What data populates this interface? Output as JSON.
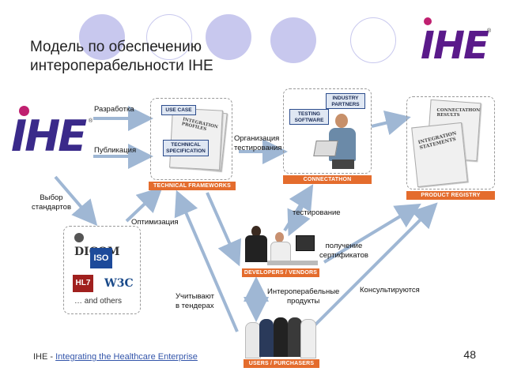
{
  "slide": {
    "title_line1": "Модель по обеспечению",
    "title_line2": "интероперабельности IHE",
    "page_number": "48",
    "footer_prefix": "IHE - ",
    "footer_link": "Integrating the Healthcare Enterprise"
  },
  "logos": {
    "ihe_top": "IHE",
    "ihe_left": "IHE",
    "dicom": "DICOM",
    "iso": "ISO",
    "hl7": "HL7",
    "w3c": "W3C",
    "and_others": "… and others"
  },
  "boxes": {
    "technical_frameworks": "TECHNICAL FRAMEWORKS",
    "connectathon": "CONNECTATHON",
    "product_registry": "PRODUCT REGISTRY",
    "developers_vendors": "DEVELOPERS / VENDORS",
    "users_purchasers": "USERS / PURCHASERS",
    "use_case": "USE CASE",
    "integration_profiles": "INTEGRATION PROFILES",
    "technical_specification": "TECHNICAL SPECIFICATION",
    "industry_partners": "INDUSTRY PARTNERS",
    "testing_software": "TESTING SOFTWARE",
    "connectathon_results": "CONNECTATHON RESULTS",
    "integration_statements": "INTEGRATION STATEMENTS"
  },
  "labels": {
    "razrabotka": "Разработка",
    "publikaciya": "Публикация",
    "organizaciya": "Организация\nтестирования",
    "vybor": "Выбор\nстандартов",
    "optimizaciya": "Оптимизация",
    "testirovanie": "тестирование",
    "poluchenie": "получение\nсертификатов",
    "uchityvayut": "Учитывают\nв тендерах",
    "interop_products": "Интероперабельные\nпродукты",
    "konsultiruyutsya": "Консультируются"
  },
  "colors": {
    "accent_orange": "#e46c2d",
    "arrow_blue": "#9fb7d4",
    "ihe_purple": "#5a1a8a",
    "ihe_magenta": "#c02070",
    "circle_lavender": "#c8c8ee"
  }
}
